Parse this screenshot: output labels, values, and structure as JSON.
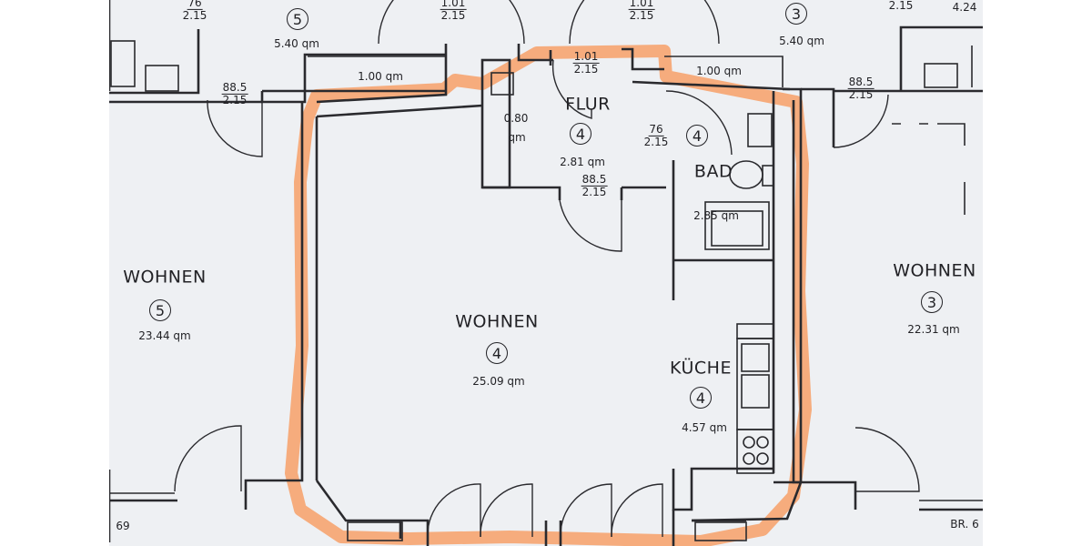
{
  "rooms": {
    "wohnen4": {
      "name": "WOHNEN",
      "number": "4",
      "area": "25.09 qm"
    },
    "wohnen5": {
      "name": "WOHNEN",
      "number": "5",
      "area": "23.44 qm"
    },
    "wohnen3": {
      "name": "WOHNEN",
      "number": "3",
      "area": "22.31 qm"
    },
    "flur": {
      "name": "FLUR",
      "number": "4",
      "area": "2.81 qm"
    },
    "bad": {
      "name": "BAD",
      "number": "4",
      "area": "2.85 qm"
    },
    "kueche": {
      "name": "KÜCHE",
      "number": "4",
      "area": "4.57 qm"
    }
  },
  "balconies": {
    "left": {
      "number": "5",
      "area": "5.40 qm",
      "width": "1.00 qm"
    },
    "right": {
      "number": "3",
      "area": "5.40 qm",
      "width": "1.00 qm"
    }
  },
  "openings": {
    "entry": {
      "top": "1.01",
      "bottom": "2.15"
    },
    "top_left": {
      "top": "1.01",
      "bottom": "2.15"
    },
    "top_right": {
      "top": "1.01",
      "bottom": "2.15"
    },
    "far_left": {
      "top": "76",
      "bottom": "2.15"
    },
    "left_door": {
      "top": "88.5",
      "bottom": "2.15"
    },
    "right_door": {
      "top": "88.5",
      "bottom": "2.15"
    },
    "flur_door": {
      "top": "88.5",
      "bottom": "2.15"
    },
    "bad_door": {
      "top": "76",
      "bottom": "2.15"
    }
  },
  "misc": {
    "shaft": "0.80",
    "shaft_unit": "qm",
    "top_right_edge": "2.15",
    "top_right_edge2": "4.24",
    "br_left": "69",
    "br_right": "BR. 6"
  },
  "colors": {
    "highlight": "#f7a067",
    "ink": "#2a2a2e",
    "paper": "#eef0f3"
  }
}
